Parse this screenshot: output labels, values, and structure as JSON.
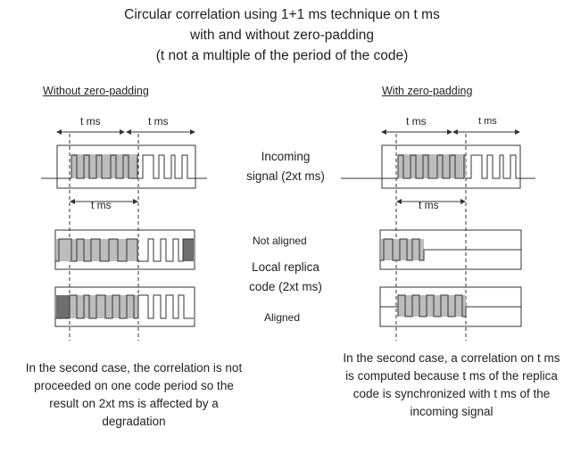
{
  "title": {
    "line1": "Circular correlation using 1+1 ms technique on t ms",
    "line2": "with and without zero-padding",
    "line3": "(t not a multiple of the period of the code)"
  },
  "left": {
    "heading": "Without zero-padding",
    "tms_a": "t ms",
    "tms_b": "t ms",
    "tms_c": "t ms",
    "caption": "In the second case, the correlation is not proceeded on one code period so the result on 2xt ms is affected by a degradation"
  },
  "right": {
    "heading": "With zero-padding",
    "tms_a": "t ms",
    "tms_b": "t ms",
    "tms_c": "t ms",
    "caption": "In the second case, a correlation on t ms is computed because t ms of the replica code is synchronized with t ms of the incoming signal"
  },
  "center": {
    "incoming_line1": "Incoming",
    "incoming_line2": "signal (2xt ms)",
    "not_aligned": "Not aligned",
    "replica_line1": "Local replica",
    "replica_line2": "code (2xt ms)",
    "aligned": "Aligned"
  },
  "colors": {
    "shade": "#bdbdbd",
    "dark_shade": "#6e6e6e",
    "line": "#333333"
  }
}
